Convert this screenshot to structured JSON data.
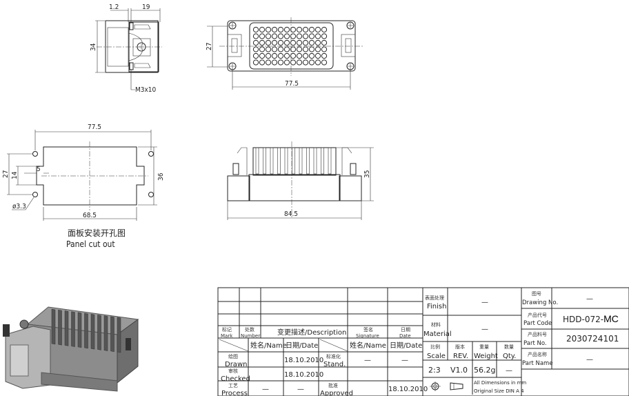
{
  "drawing": {
    "side_view": {
      "dim_width_1": "1.2",
      "dim_width_2": "19",
      "dim_height": "34",
      "screw_label": "M3x10"
    },
    "front_view": {
      "dim_height": "27",
      "dim_width": "77.5",
      "contact_rows": 6,
      "contact_cols": 12
    },
    "panel_cutout": {
      "dim_hole_pitch": "77.5",
      "dim_width": "68.5",
      "dim_height": "36",
      "dim_hole_vert": "27",
      "dim_notch_height": "14",
      "dim_notch_depth": "5",
      "dim_hole_dia": "ø3.3",
      "caption_cn": "面板安装开孔图",
      "caption_en": "Panel cut out"
    },
    "profile_view": {
      "dim_width": "84.5",
      "dim_height": "35"
    }
  },
  "title_block": {
    "revision": {
      "mark": {
        "cn": "标记",
        "en": "Mark"
      },
      "number": {
        "cn": "处数",
        "en": "Number"
      },
      "description": "变更描述/Description",
      "signature": {
        "cn": "签名",
        "en": "Signature"
      },
      "date": {
        "cn": "日期",
        "en": "Date"
      }
    },
    "approvals": {
      "name_header": "姓名/Name",
      "date_header": "日期/Date",
      "drawn": {
        "cn": "绘图",
        "en": "Drawn",
        "name": "",
        "date": "18.10.2010"
      },
      "checked": {
        "cn": "审核",
        "en": "Checked",
        "name": "",
        "date": "18.10.2010"
      },
      "process": {
        "cn": "工艺",
        "en": "Process",
        "name": "—",
        "date": "—"
      },
      "stand": {
        "cn": "标准化",
        "en": "Stand.",
        "name": "—",
        "date": "—"
      },
      "approved": {
        "cn": "批准",
        "en": "Approved",
        "name": "",
        "date": "18.10.2010"
      }
    },
    "finish": {
      "cn": "表面处理",
      "en": "Finish",
      "value": "—"
    },
    "material": {
      "cn": "材料",
      "en": "Material",
      "value": "—"
    },
    "scale": {
      "cn": "比例",
      "en": "Scale",
      "value": "2:3"
    },
    "rev": {
      "cn": "版本",
      "en": "REV.",
      "value": "V1.0"
    },
    "weight": {
      "cn": "重量",
      "en": "Weight",
      "value": "56.2g"
    },
    "qty": {
      "cn": "数量",
      "en": "Qty.",
      "value": "—"
    },
    "note_1": "All Dimensions in mm",
    "note_2": "Original Size DIN A 4",
    "drawing_no": {
      "cn": "图号",
      "en": "Drawing No.",
      "value": "—"
    },
    "part_code": {
      "cn": "产品代号",
      "en": "Part Code",
      "value": "HDD-072-",
      "suffix": "MC"
    },
    "part_no": {
      "cn": "产品料号",
      "en": "Part No.",
      "value": "2030724101"
    },
    "part_name": {
      "cn": "产品名称",
      "en": "Part Name",
      "value": "—"
    }
  }
}
